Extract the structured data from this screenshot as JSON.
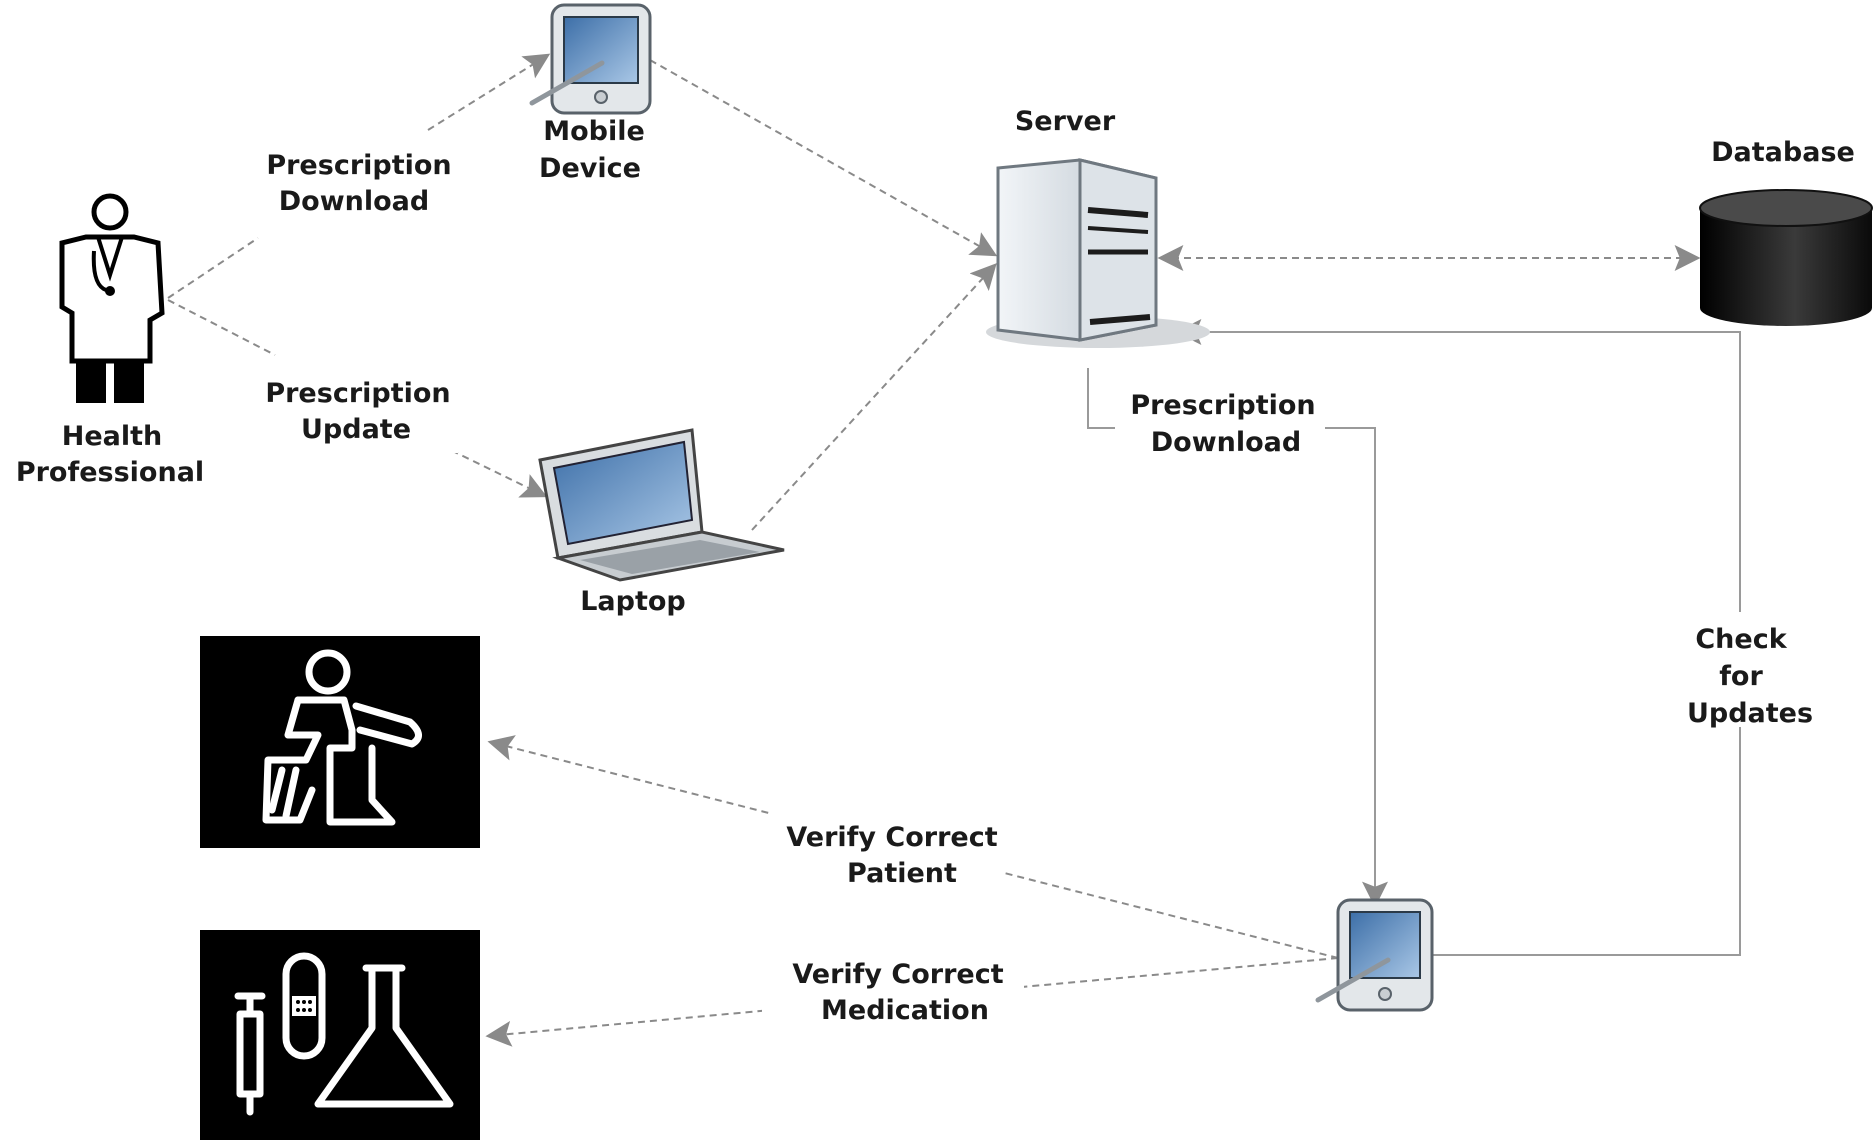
{
  "nodes": {
    "health_professional": {
      "line1": "Health",
      "line2": "Professional"
    },
    "mobile_device": {
      "line1": "Mobile",
      "line2": "Device"
    },
    "laptop": {
      "label": "Laptop"
    },
    "server": {
      "label": "Server"
    },
    "database": {
      "label": "Database"
    }
  },
  "edges": {
    "prescription_download_1": {
      "line1": "Prescription",
      "line2": "Download"
    },
    "prescription_update": {
      "line1": "Prescription",
      "line2": "Update"
    },
    "prescription_download_2": {
      "line1": "Prescription",
      "line2": "Download"
    },
    "check_for_updates": {
      "line1": "Check",
      "line2": "for",
      "line3": "Updates"
    },
    "verify_patient": {
      "line1": "Verify Correct",
      "line2": "Patient"
    },
    "verify_medication": {
      "line1": "Verify Correct",
      "line2": "Medication"
    }
  },
  "icons": {
    "doctor": "doctor-icon",
    "mobile": "mobile-device-icon",
    "laptop": "laptop-icon",
    "server": "server-icon",
    "database": "database-icon",
    "patient": "patient-icon",
    "medication": "medication-icon",
    "handheld": "handheld-device-icon"
  }
}
